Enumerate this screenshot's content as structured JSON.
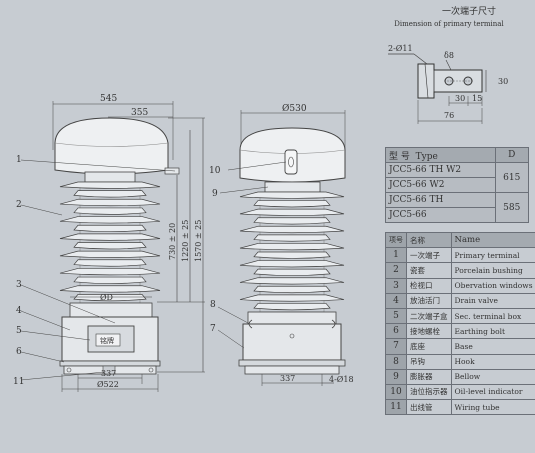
{
  "terminal": {
    "title_cn": "一次端子尺寸",
    "title_en": "Dimension of primary terminal",
    "hole_spec": "2-Ø11",
    "thickness": "δ8",
    "dim_height": "30",
    "dim_hole_spacing": "30",
    "dim_edge": "15",
    "dim_width": "76"
  },
  "front_view": {
    "dim_top_width": "545",
    "dim_upper_offset": "355",
    "dim_h1": "730 ± 20",
    "dim_h2": "1220 ± 25",
    "dim_h3": "1570 ± 25",
    "label_diameter": "ØD",
    "nameplate": "铭牌",
    "dim_base_bolt": "337",
    "dim_base_dia": "Ø522",
    "callouts": [
      "1",
      "2",
      "3",
      "4",
      "5",
      "6",
      "11"
    ]
  },
  "side_view": {
    "dim_top_dia": "Ø530",
    "dim_base_bolt": "337",
    "dim_holes": "4-Ø18",
    "callouts": [
      "10",
      "9",
      "8",
      "7"
    ]
  },
  "type_table": {
    "header_cn": "型 号",
    "header_en": "Type",
    "header_d": "D",
    "rows": [
      {
        "type": "JCC5-66 TH W2",
        "d": "615"
      },
      {
        "type": "JCC5-66 W2",
        "d": ""
      },
      {
        "type": "JCC5-66 TH",
        "d": "585"
      },
      {
        "type": "JCC5-66",
        "d": ""
      }
    ]
  },
  "legend": {
    "header_no": "项号",
    "header_cn": "名称",
    "header_en": "Name",
    "items": [
      {
        "no": "1",
        "cn": "一次端子",
        "en": "Primary terminal"
      },
      {
        "no": "2",
        "cn": "瓷套",
        "en": "Porcelain bushing"
      },
      {
        "no": "3",
        "cn": "检视口",
        "en": "Obervation windows"
      },
      {
        "no": "4",
        "cn": "放油活门",
        "en": "Drain valve"
      },
      {
        "no": "5",
        "cn": "二次端子盒",
        "en": "Sec. terminal box"
      },
      {
        "no": "6",
        "cn": "接地螺栓",
        "en": "Earthing bolt"
      },
      {
        "no": "7",
        "cn": "底座",
        "en": "Base"
      },
      {
        "no": "8",
        "cn": "吊钩",
        "en": "Hook"
      },
      {
        "no": "9",
        "cn": "膨胀器",
        "en": "Bellow"
      },
      {
        "no": "10",
        "cn": "油位指示器",
        "en": "Oil-level indicator"
      },
      {
        "no": "11",
        "cn": "出线管",
        "en": "Wiring tube"
      }
    ]
  }
}
